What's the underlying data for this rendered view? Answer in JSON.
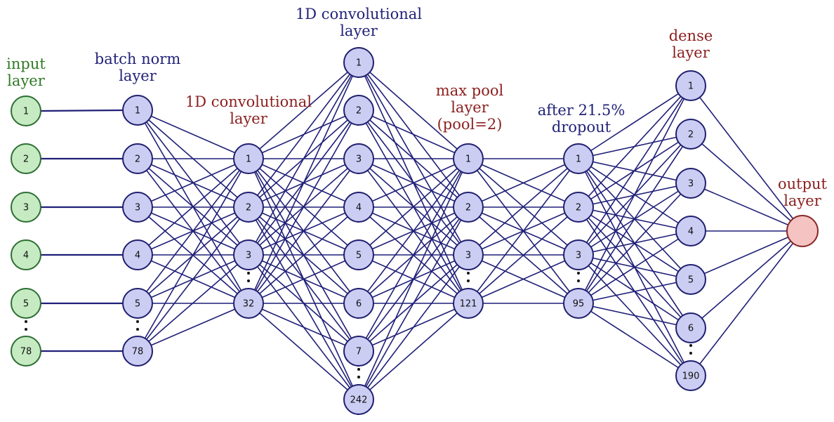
{
  "colors": {
    "edge": "#1f1f78",
    "input_fill": "#c6ebc2",
    "input_stroke": "#2d6e33",
    "hidden_fill": "#cccdf3",
    "hidden_stroke": "#1f1f6e",
    "output_fill": "#f6c3c3",
    "output_stroke": "#8a2a2a",
    "title_green": "#2f7a26",
    "title_blue": "#22227a",
    "title_red": "#8c2020"
  },
  "layers": [
    {
      "id": "input",
      "title": [
        "input",
        "layer"
      ],
      "title_color": "green",
      "node_labels": [
        "1",
        "2",
        "3",
        "4",
        "5",
        "78"
      ],
      "ellipsis": true,
      "style": "input"
    },
    {
      "id": "batch-norm",
      "title": [
        "batch norm",
        "layer"
      ],
      "title_color": "blue",
      "node_labels": [
        "1",
        "2",
        "3",
        "4",
        "5",
        "78"
      ],
      "ellipsis": true,
      "style": "hidden"
    },
    {
      "id": "conv1",
      "title": [
        "1D convolutional",
        "layer"
      ],
      "title_color": "red",
      "node_labels": [
        "1",
        "2",
        "3",
        "32"
      ],
      "ellipsis": true,
      "style": "hidden"
    },
    {
      "id": "conv2",
      "title": [
        "1D convolutional",
        "layer"
      ],
      "title_color": "blue",
      "node_labels": [
        "1",
        "2",
        "3",
        "4",
        "5",
        "6",
        "7",
        "242"
      ],
      "ellipsis": true,
      "style": "hidden"
    },
    {
      "id": "maxpool",
      "title": [
        "max pool",
        "layer",
        "(pool=2)"
      ],
      "title_color": "red",
      "node_labels": [
        "1",
        "2",
        "3",
        "121"
      ],
      "ellipsis": true,
      "style": "hidden"
    },
    {
      "id": "dropout",
      "title": [
        "after 21.5%",
        "dropout"
      ],
      "title_color": "blue",
      "node_labels": [
        "1",
        "2",
        "3",
        "95"
      ],
      "ellipsis": true,
      "style": "hidden"
    },
    {
      "id": "dense",
      "title": [
        "dense",
        "layer"
      ],
      "title_color": "red",
      "node_labels": [
        "1",
        "2",
        "3",
        "4",
        "5",
        "6",
        "190"
      ],
      "ellipsis": true,
      "style": "hidden"
    },
    {
      "id": "output",
      "title": [
        "output",
        "layer"
      ],
      "title_color": "red",
      "node_labels": [
        ""
      ],
      "ellipsis": false,
      "style": "output"
    }
  ],
  "connections": [
    {
      "from": "input",
      "to": "batch-norm",
      "pattern": "one-to-one"
    },
    {
      "from": "batch-norm",
      "to": "conv1",
      "pattern": "full"
    },
    {
      "from": "conv1",
      "to": "conv2",
      "pattern": "full"
    },
    {
      "from": "conv2",
      "to": "maxpool",
      "pattern": "full"
    },
    {
      "from": "maxpool",
      "to": "dropout",
      "pattern": "full"
    },
    {
      "from": "dropout",
      "to": "dense",
      "pattern": "full"
    },
    {
      "from": "dense",
      "to": "output",
      "pattern": "full"
    }
  ]
}
